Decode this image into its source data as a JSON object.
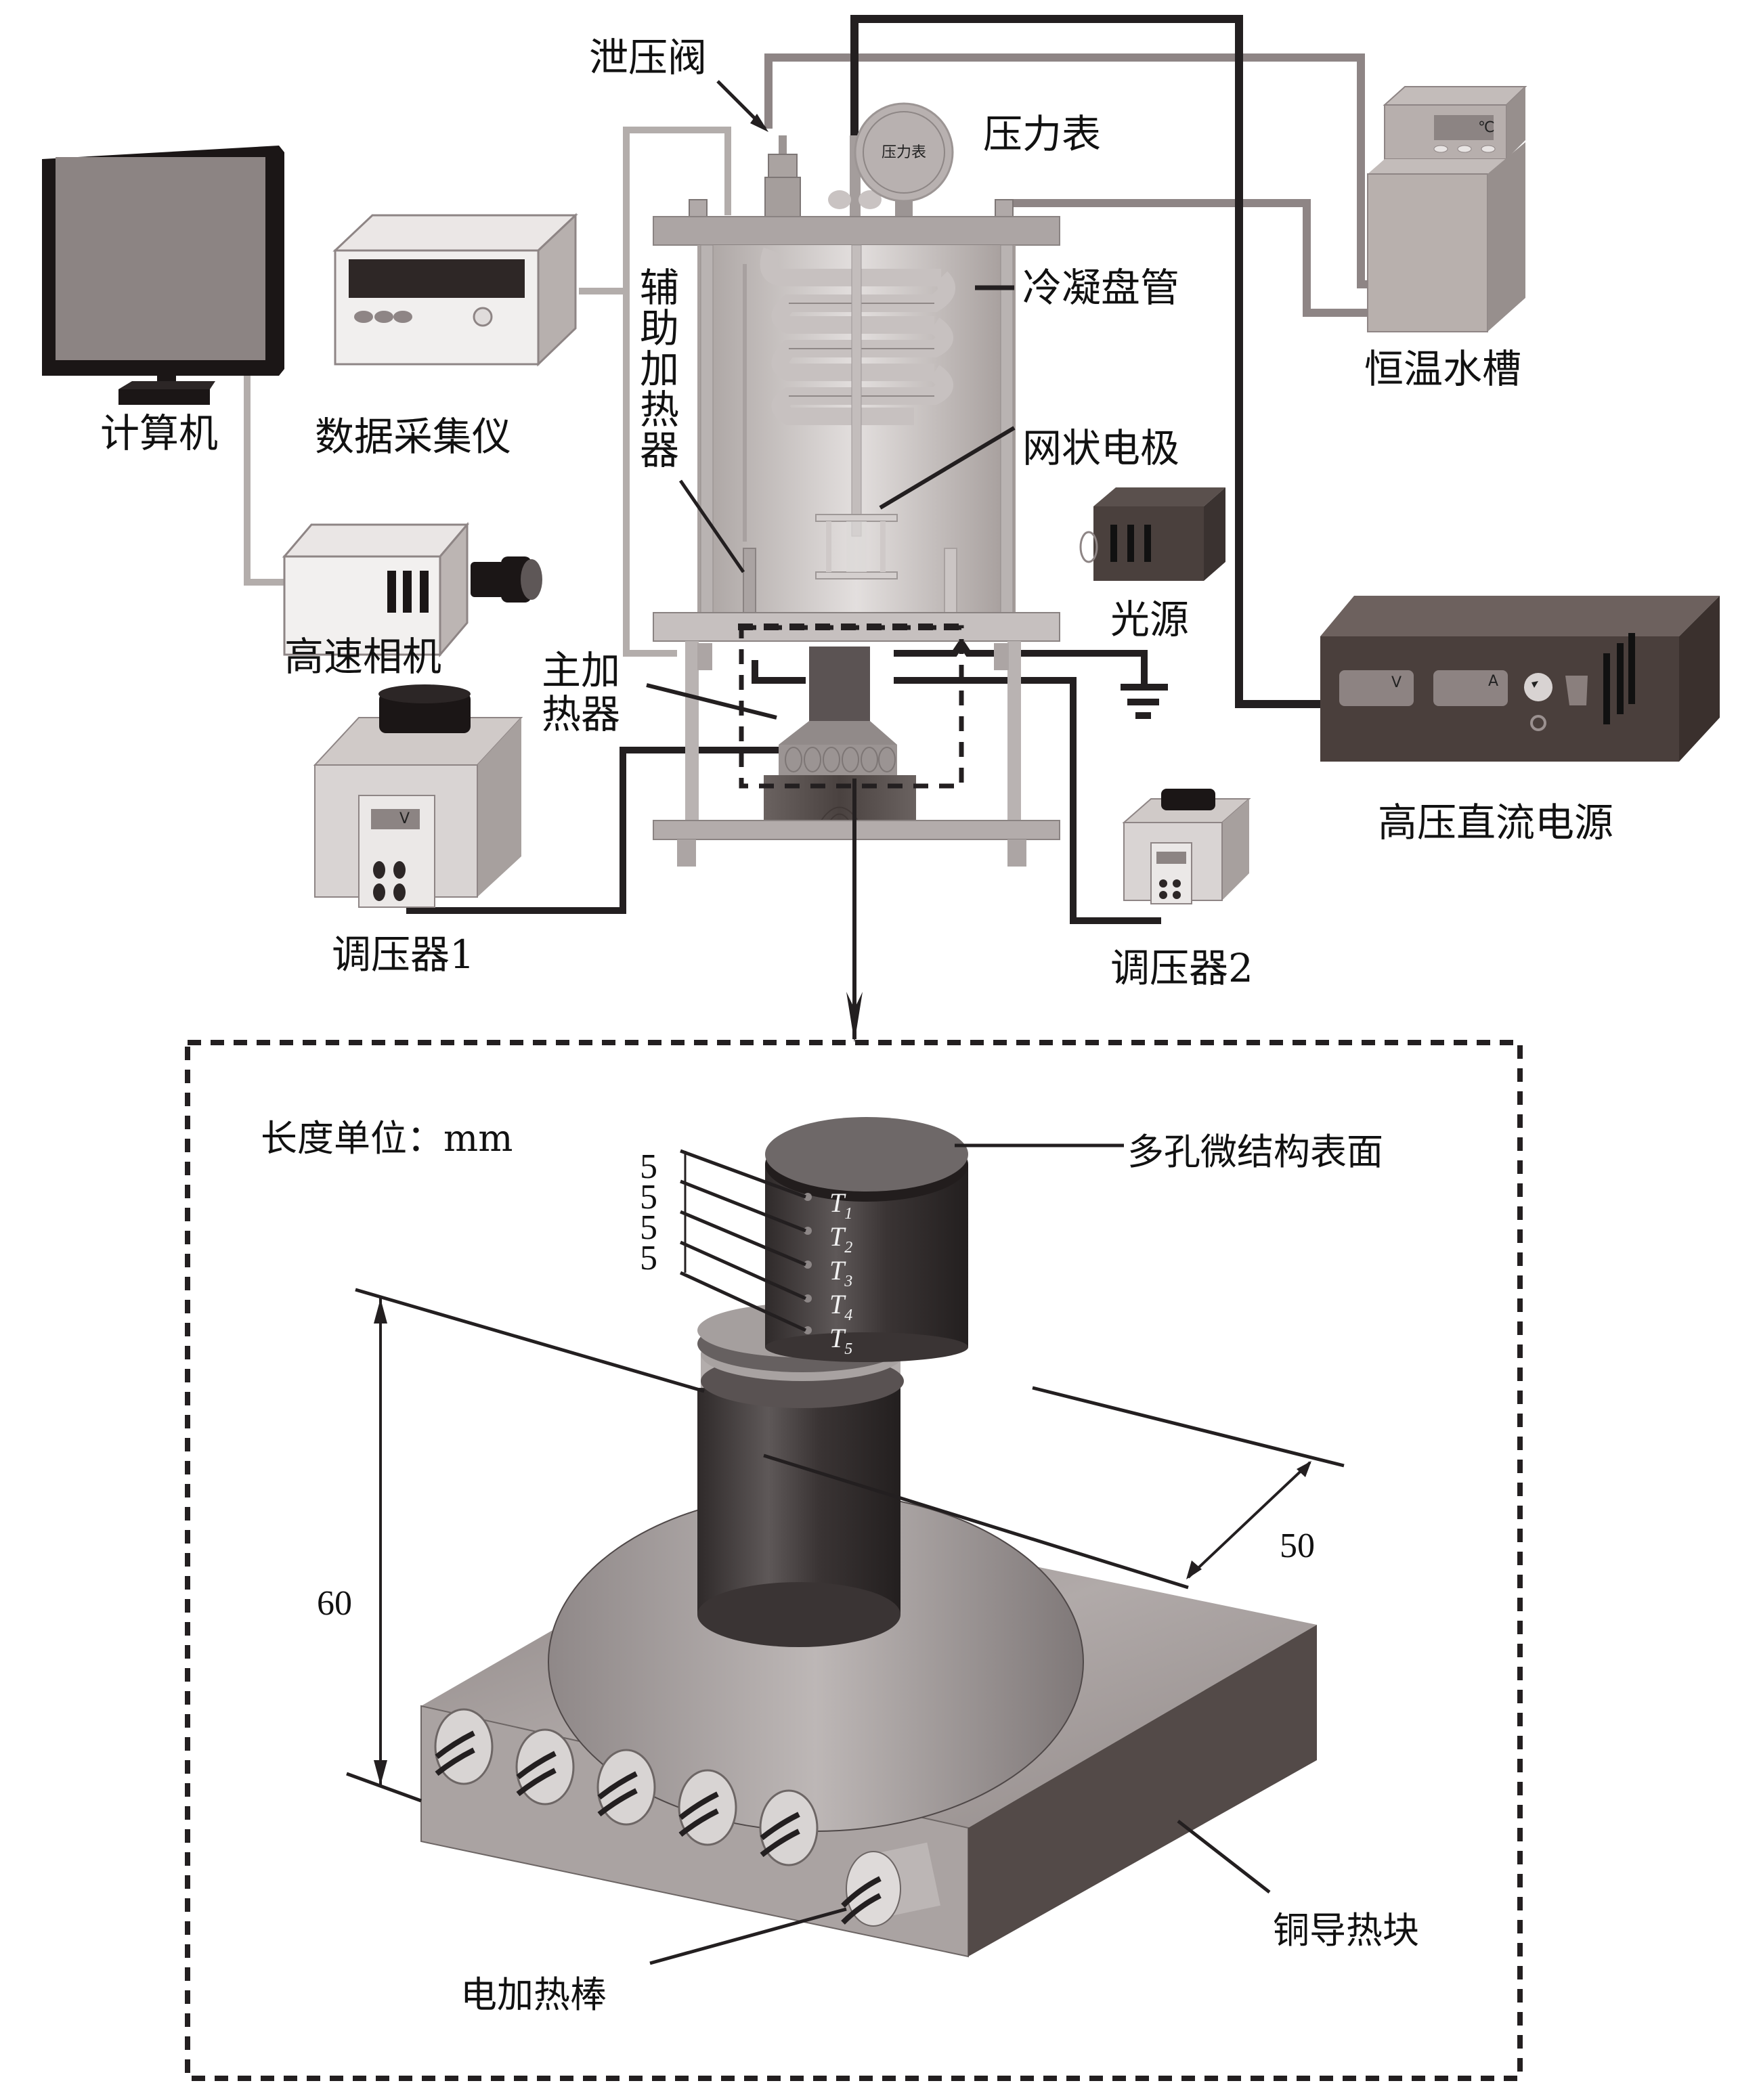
{
  "figure": {
    "type": "experimental-setup-schematic",
    "labels": {
      "computer": "计算机",
      "data_acquisition": "数据采集仪",
      "high_speed_camera": "高速相机",
      "relief_valve": "泄压阀",
      "pressure_gauge": "压力表",
      "pressure_gauge_face": "压力表",
      "condenser_coil": "冷凝盘管",
      "auxiliary_heater_chars": [
        "辅",
        "助",
        "加",
        "热",
        "器"
      ],
      "mesh_electrode": "网状电极",
      "light_source": "光源",
      "main_heater_line1": "主加",
      "main_heater_line2": "热器",
      "regulator_1": "调压器1",
      "regulator_2": "调压器2",
      "thermostatic_bath": "恒温水槽",
      "thermostat_display_unit": "℃",
      "hv_dc_power": "高压直流电源",
      "hv_volt_unit": "V",
      "hv_amp_unit": "A",
      "regulator_display_unit": "V"
    },
    "detail": {
      "unit_note": "长度单位：mm",
      "porous_surface": "多孔微结构表面",
      "copper_block": "铜导热块",
      "heating_rod": "电加热棒",
      "spacing_labels": [
        "5",
        "5",
        "5",
        "5"
      ],
      "thermocouples": [
        {
          "letter": "T",
          "sub": "1"
        },
        {
          "letter": "T",
          "sub": "2"
        },
        {
          "letter": "T",
          "sub": "3"
        },
        {
          "letter": "T",
          "sub": "4"
        },
        {
          "letter": "T",
          "sub": "5"
        }
      ],
      "height_dim": "60",
      "width_dim": "50"
    },
    "colors": {
      "wire_dark": "#231f20",
      "pipe_gray": "#8e8585",
      "device_light": "#d5d0ce",
      "device_mid": "#b8b0ad",
      "device_dark": "#4a3f3c",
      "copper_dark": "#3f3a3a"
    }
  }
}
